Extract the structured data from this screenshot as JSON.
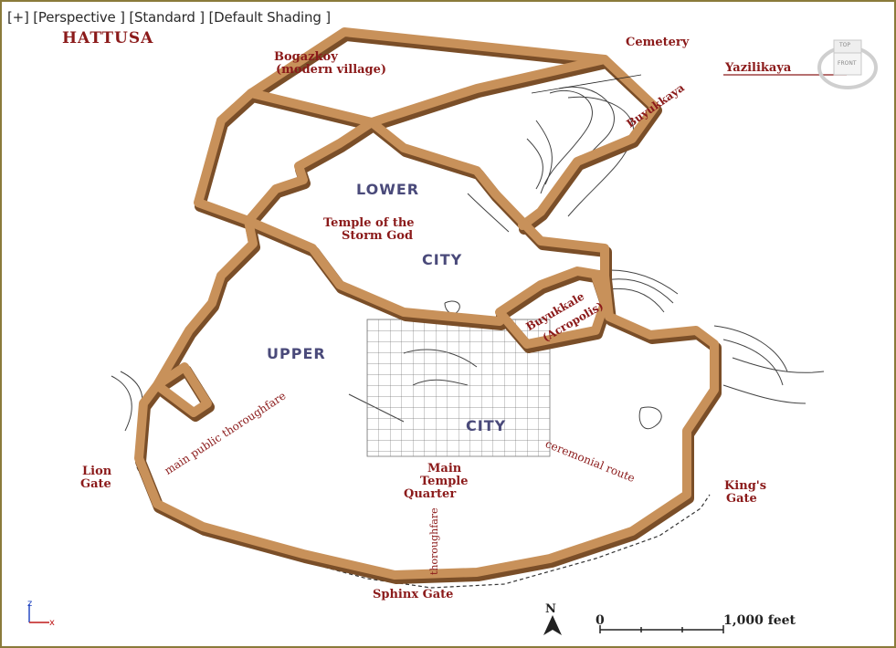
{
  "viewport": {
    "menu_plus": "[+]",
    "view_name": "[Perspective ]",
    "mode": "[Standard ]",
    "shading": "[Default Shading ]"
  },
  "map": {
    "title": "HATTUSA",
    "labels": {
      "bogazkoy": "Bogazkoy",
      "bogazkoy_sub": "(modern village)",
      "cemetery": "Cemetery",
      "yazilikaya": "Yazilikaya",
      "buyukkaya": "Buyukkaya",
      "temple_storm_1": "Temple of the",
      "temple_storm_2": "Storm God",
      "lower": "LOWER",
      "city1": "CITY",
      "upper": "UPPER",
      "city2": "CITY",
      "acropolis_1": "Buyukkale",
      "acropolis_2": "(Acropolis)",
      "main_thoroughfare": "main public thoroughfare",
      "ceremonial_route": "ceremonial route",
      "lion_gate_1": "Lion",
      "lion_gate_2": "Gate",
      "main_temple_1": "Main",
      "main_temple_2": "Temple",
      "main_temple_3": "Quarter",
      "kings_gate_1": "King's",
      "kings_gate_2": "Gate",
      "thoroughfare": "thoroughfare",
      "sphinx_gate": "Sphinx Gate",
      "north": "N",
      "scale_zero": "0",
      "scale_end": "1,000 feet"
    }
  },
  "viewcube": {
    "top": "TOP",
    "front": "FRONT"
  },
  "colors": {
    "wall": "#c8915a",
    "wall_dark": "#7a4e28",
    "label": "#8b1a1a",
    "district": "#4a4a7a"
  },
  "icons": {
    "axis": "xyz-axis-icon",
    "viewcube": "viewcube-icon",
    "north_arrow": "north-arrow-icon"
  }
}
